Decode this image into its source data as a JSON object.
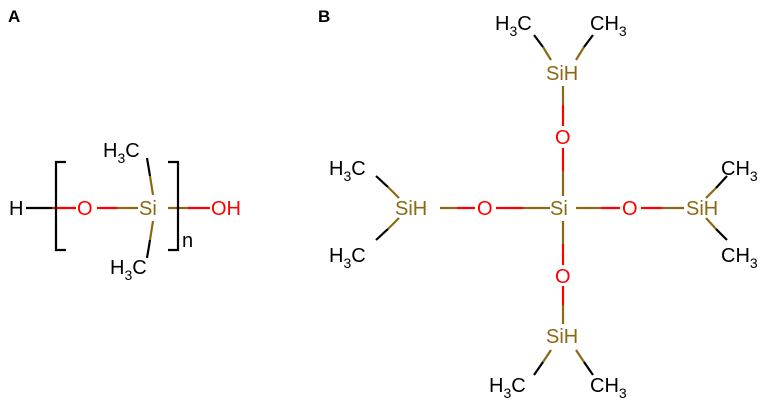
{
  "panels": {
    "a": {
      "label": "A",
      "atoms": {
        "h": "H",
        "o": "O",
        "si": "Si",
        "oh": "OH",
        "methyl_top": {
          "main": "H",
          "sub": "3",
          "tail": "C"
        },
        "methyl_bottom": {
          "main": "H",
          "sub": "3",
          "tail": "C"
        }
      },
      "repeat_index": "n"
    },
    "b": {
      "label": "B",
      "atoms": {
        "si_center": "Si",
        "o_top": "O",
        "o_left": "O",
        "o_right": "O",
        "o_bottom": "O",
        "sih_top": "SiH",
        "sih_left": "SiH",
        "sih_right": "SiH",
        "sih_bottom": "SiH",
        "methyl_h3c": {
          "main": "H",
          "sub": "3",
          "tail": "C"
        },
        "methyl_ch3": {
          "main": "CH",
          "sub": "3"
        }
      }
    }
  },
  "colors": {
    "silicon": "#8b6914",
    "oxygen": "#ff0000",
    "carbon": "#000000",
    "background": "#ffffff"
  }
}
